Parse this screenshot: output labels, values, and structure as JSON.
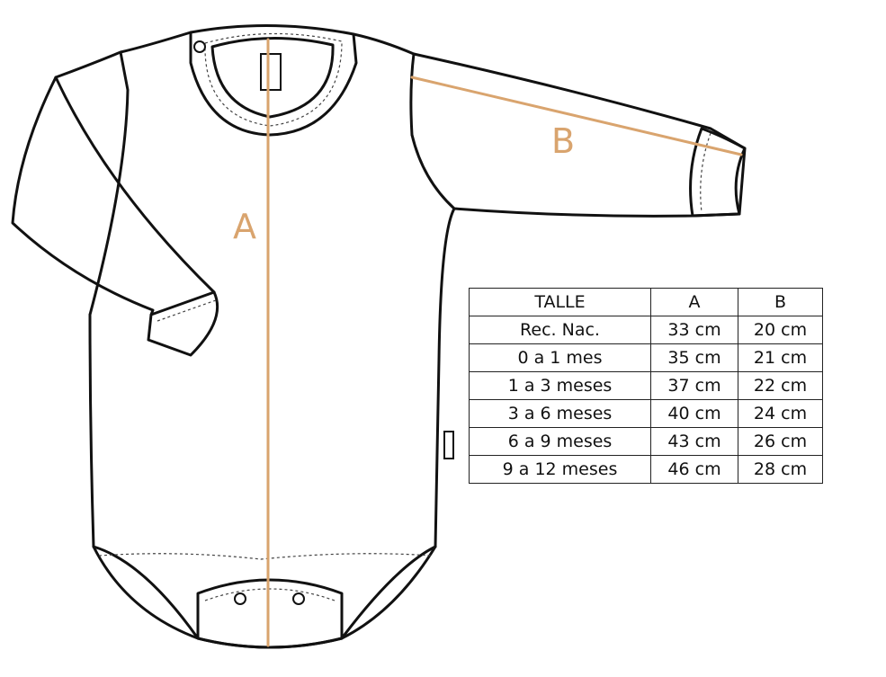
{
  "colors": {
    "measure": "#d9a46e",
    "line": "#111111",
    "background": "#ffffff"
  },
  "labels": {
    "a": "A",
    "b": "B"
  },
  "table": {
    "headers": [
      "TALLE",
      "A",
      "B"
    ],
    "rows": [
      [
        "Rec. Nac.",
        "33 cm",
        "20 cm"
      ],
      [
        "0 a 1 mes",
        "35 cm",
        "21 cm"
      ],
      [
        "1 a 3 meses",
        "37 cm",
        "22 cm"
      ],
      [
        "3 a 6 meses",
        "40 cm",
        "24 cm"
      ],
      [
        "6 a 9 meses",
        "43 cm",
        "26 cm"
      ],
      [
        "9 a 12 meses",
        "46 cm",
        "28 cm"
      ]
    ]
  }
}
